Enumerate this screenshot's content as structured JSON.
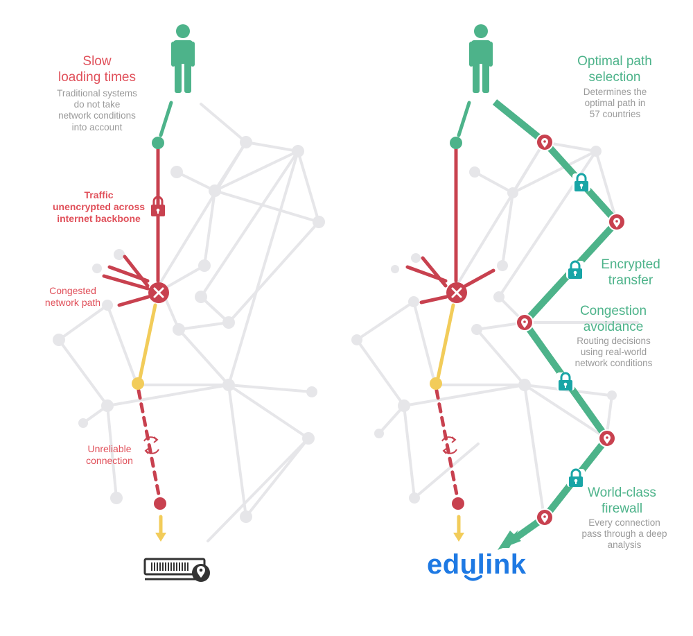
{
  "colors": {
    "route_red": "#c8414f",
    "route_green": "#4db38a",
    "route_yellow": "#f2cc5a",
    "mesh_gray": "#e6e6e9",
    "lock_teal": "#18a5a6",
    "brand_blue": "#1e79e3"
  },
  "left_panel": {
    "slow_title_1": "Slow",
    "slow_title_2": "loading times",
    "slow_desc": [
      "Traditional systems",
      "do not take",
      "network conditions",
      "into account"
    ],
    "traffic_label": [
      "Traffic",
      "unencrypted across",
      "internet backbone"
    ],
    "congested_label": [
      "Congested",
      "network path"
    ],
    "unreliable_label": [
      "Unreliable",
      "connection"
    ],
    "destination_icon": "server-pin-icon"
  },
  "right_panel": {
    "optimal_title": [
      "Optimal path",
      "selection"
    ],
    "optimal_desc": [
      "Determines the",
      "optimal path in",
      "57 countries"
    ],
    "encrypted_title": [
      "Encrypted",
      "transfer"
    ],
    "congestion_title": [
      "Congestion",
      "avoidance"
    ],
    "congestion_desc": [
      "Routing decisions",
      "using real-world",
      "network conditions"
    ],
    "firewall_title": [
      "World-class",
      "firewall"
    ],
    "firewall_desc": [
      "Every connection",
      "pass through a deep",
      "analysis"
    ],
    "brand": "edulink"
  }
}
